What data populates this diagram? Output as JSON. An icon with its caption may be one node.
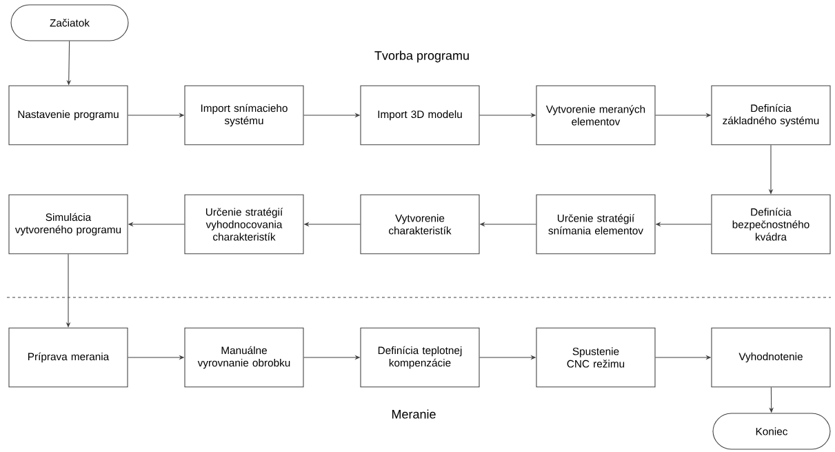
{
  "diagram": {
    "nodes": [
      {
        "text": [
          "Začiatok"
        ]
      },
      {
        "text": [
          "Nastavenie programu"
        ]
      },
      {
        "text": [
          "Import snímacieho systému"
        ]
      },
      {
        "text": [
          "Import 3D modelu"
        ]
      },
      {
        "text": [
          "Vytvorenie meraných elementov"
        ]
      },
      {
        "text": [
          "Definícia základného systému"
        ]
      },
      {
        "text": [
          "Definícia bezpečnostného kvádra"
        ]
      },
      {
        "text": [
          "Určenie stratégií snímania elementov"
        ]
      },
      {
        "text": [
          "Vytvorenie charakteristík"
        ]
      },
      {
        "text": [
          "Určenie stratégií vyhodnocovania charakteristík"
        ]
      },
      {
        "text": [
          "Simulácia vytvoreného programu"
        ]
      },
      {
        "text": [
          "Príprava merania"
        ]
      },
      {
        "text": [
          "Manuálne vyrovnanie obrobku"
        ]
      },
      {
        "text": [
          "Definícia teplotnej kompenzácie"
        ]
      },
      {
        "text": [
          "Spustenie CNC režimu"
        ]
      },
      {
        "text": [
          "Vyhodnotenie"
        ]
      },
      {
        "text": [
          "Koniec"
        ]
      }
    ],
    "edges": [
      {
        "from": 0,
        "to": 1,
        "arrow": "to"
      },
      {
        "from": 1,
        "to": 2,
        "arrow": "to"
      },
      {
        "from": 2,
        "to": 3,
        "arrow": "to"
      },
      {
        "from": 3,
        "to": 4,
        "arrow": "to"
      },
      {
        "from": 4,
        "to": 5,
        "arrow": "to"
      },
      {
        "from": 5,
        "to": 6,
        "arrow": "to"
      },
      {
        "from": 6,
        "to": 7,
        "arrow": "to"
      },
      {
        "from": 7,
        "to": 8,
        "arrow": "to"
      },
      {
        "from": 8,
        "to": 9,
        "arrow": "to"
      },
      {
        "from": 9,
        "to": 10,
        "arrow": "to"
      },
      {
        "from": 10,
        "to": 11,
        "arrow": "to"
      },
      {
        "from": 11,
        "to": 12,
        "arrow": "to"
      },
      {
        "from": 12,
        "to": 13,
        "arrow": "to"
      },
      {
        "from": 13,
        "to": 14,
        "arrow": "to"
      },
      {
        "from": 14,
        "to": 15,
        "arrow": "to"
      },
      {
        "from": 15,
        "to": 16,
        "arrow": "to"
      }
    ],
    "labels": [
      "Tvorba programu",
      "Meranie"
    ]
  }
}
